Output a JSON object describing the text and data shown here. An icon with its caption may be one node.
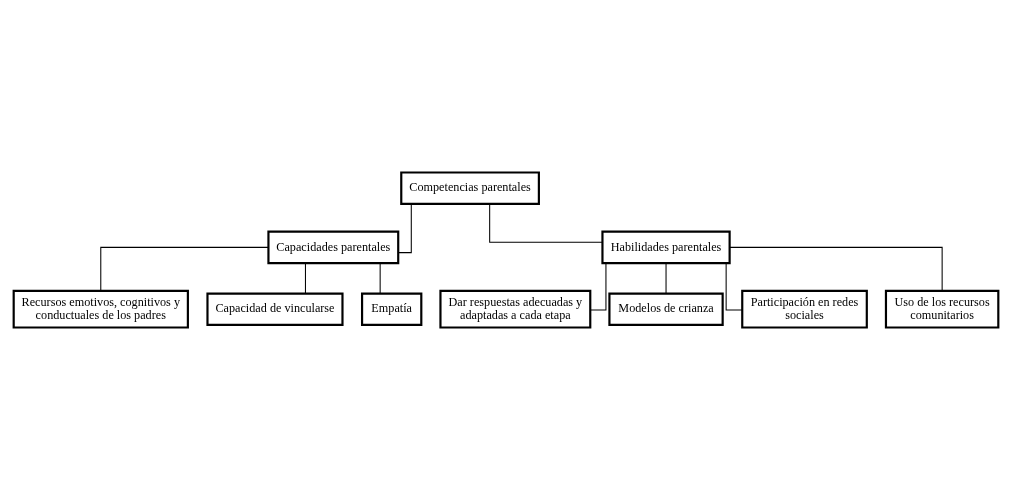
{
  "diagram": {
    "nodes": [
      {
        "text": [
          "Competencias parentales"
        ]
      },
      {
        "text": [
          "Capacidades parentales"
        ]
      },
      {
        "text": [
          "Habilidades parentales"
        ]
      },
      {
        "text": [
          "Recursos emotivos, cognitivos y conductuales de los padres"
        ]
      },
      {
        "text": [
          "Capacidad de vincularse"
        ]
      },
      {
        "text": [
          "Empatía"
        ]
      },
      {
        "text": [
          "Dar respuestas adecuadas y adaptadas a cada etapa"
        ]
      },
      {
        "text": [
          "Modelos de crianza"
        ]
      },
      {
        "text": [
          "Participación en redes sociales"
        ]
      },
      {
        "text": [
          "Uso de los recursos comunitarios"
        ]
      }
    ],
    "edges": [
      {
        "from": 0,
        "to": 1,
        "arrow": "none"
      },
      {
        "from": 0,
        "to": 2,
        "arrow": "none"
      },
      {
        "from": 1,
        "to": 3,
        "arrow": "none"
      },
      {
        "from": 1,
        "to": 4,
        "arrow": "none"
      },
      {
        "from": 1,
        "to": 5,
        "arrow": "none"
      },
      {
        "from": 2,
        "to": 6,
        "arrow": "none"
      },
      {
        "from": 2,
        "to": 7,
        "arrow": "none"
      },
      {
        "from": 2,
        "to": 8,
        "arrow": "none"
      },
      {
        "from": 2,
        "to": 9,
        "arrow": "none"
      }
    ]
  }
}
